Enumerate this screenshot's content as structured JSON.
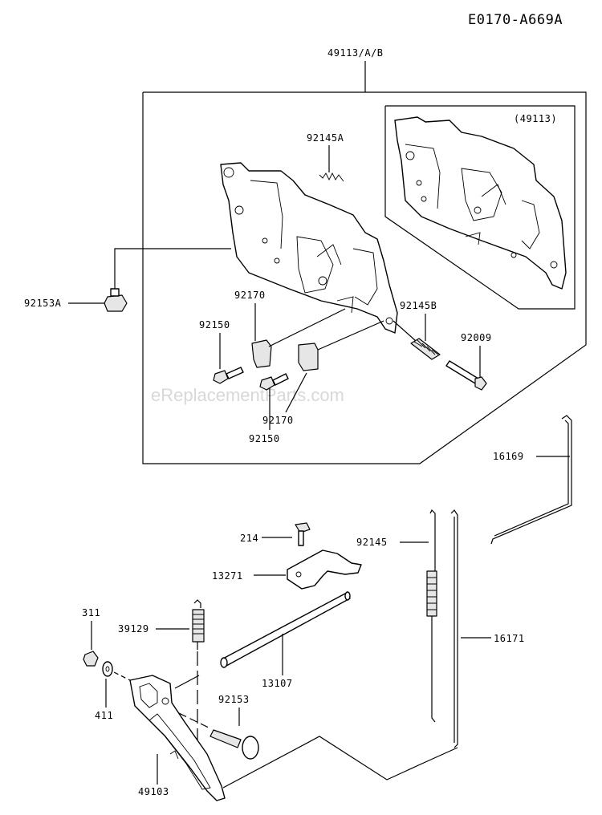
{
  "diagram_code": "E0170-A669A",
  "watermark": "eReplacementParts.com",
  "assembly_label": "49113/A/B",
  "inset_label": "(49113)",
  "parts": {
    "p92145A": "92145A",
    "p92153A": "92153A",
    "p92170a": "92170",
    "p92150a": "92150",
    "p92145B": "92145B",
    "p92009": "92009",
    "p92170b": "92170",
    "p92150b": "92150",
    "p16169": "16169",
    "p214": "214",
    "p92145": "92145",
    "p13271": "13271",
    "p311": "311",
    "p39129": "39129",
    "p16171": "16171",
    "p13107": "13107",
    "p411": "411",
    "p92153": "92153",
    "p49103": "49103"
  }
}
